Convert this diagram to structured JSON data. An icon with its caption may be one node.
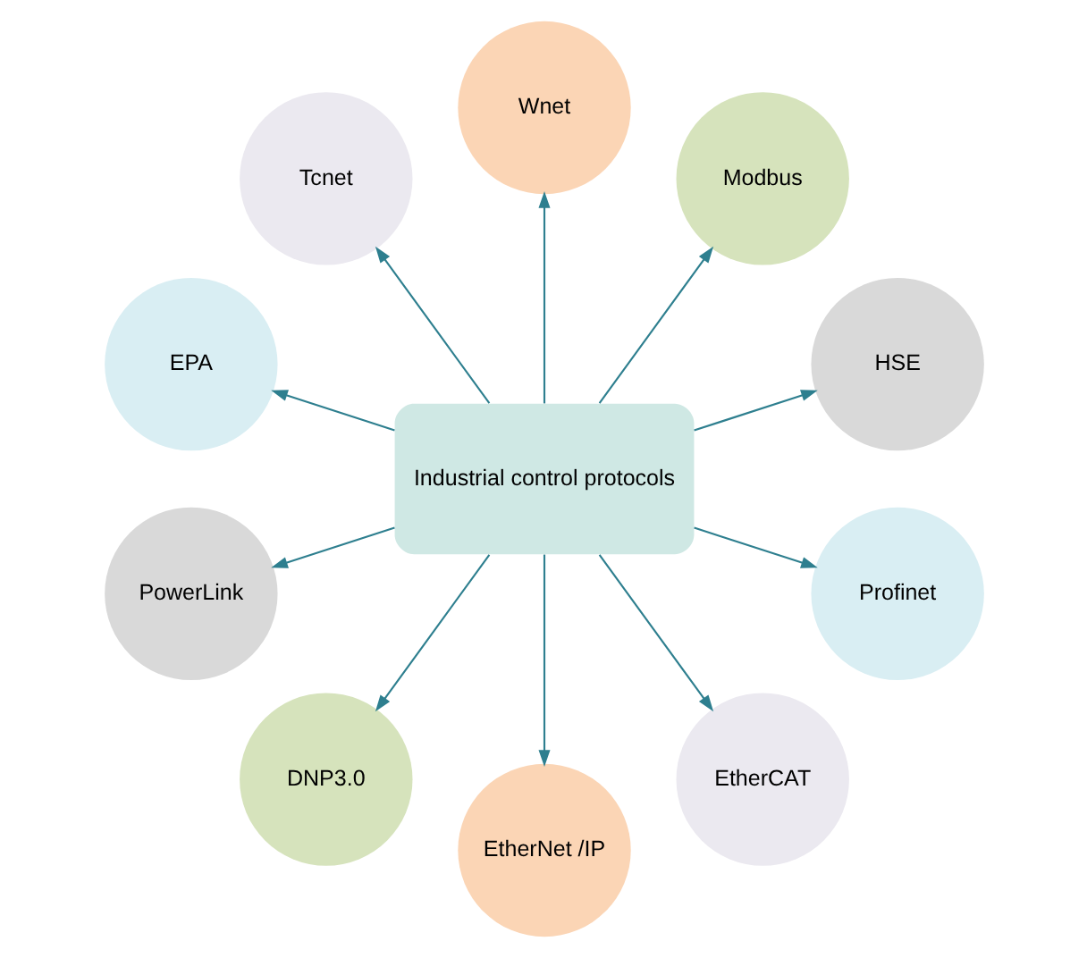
{
  "diagram": {
    "nodes": [
      {
        "text": [
          "Industrial control protocols"
        ]
      },
      {
        "text": [
          "Modbus"
        ]
      },
      {
        "text": [
          "Wnet"
        ]
      },
      {
        "text": [
          "HSE"
        ]
      },
      {
        "text": [
          "Tcnet"
        ]
      },
      {
        "text": [
          "Profinet"
        ]
      },
      {
        "text": [
          "EPA"
        ]
      },
      {
        "text": [
          "EtherCAT"
        ]
      },
      {
        "text": [
          "PowerLink"
        ]
      },
      {
        "text": [
          "EtherNet /IP"
        ]
      },
      {
        "text": [
          "DNP3.0"
        ]
      }
    ],
    "edges": [
      {
        "from": 0,
        "to": 1,
        "arrow": "to"
      },
      {
        "from": 0,
        "to": 2,
        "arrow": "to"
      },
      {
        "from": 0,
        "to": 3,
        "arrow": "to"
      },
      {
        "from": 0,
        "to": 4,
        "arrow": "to"
      },
      {
        "from": 0,
        "to": 5,
        "arrow": "to"
      },
      {
        "from": 0,
        "to": 6,
        "arrow": "to"
      },
      {
        "from": 0,
        "to": 7,
        "arrow": "to"
      },
      {
        "from": 0,
        "to": 8,
        "arrow": "to"
      },
      {
        "from": 0,
        "to": 9,
        "arrow": "to"
      },
      {
        "from": 0,
        "to": 10,
        "arrow": "to"
      }
    ]
  }
}
